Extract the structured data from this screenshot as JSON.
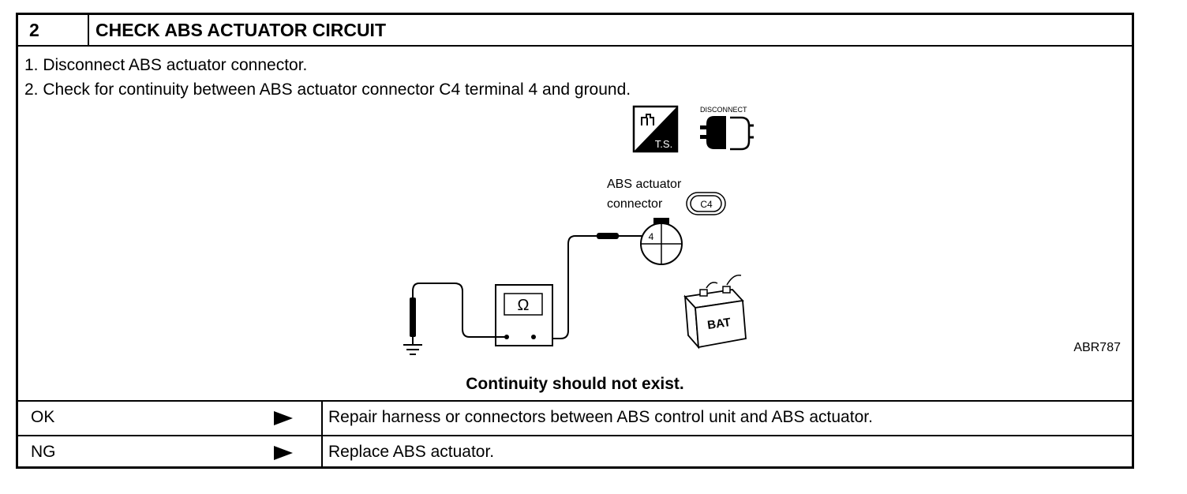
{
  "header": {
    "step_number": "2",
    "title": "CHECK ABS ACTUATOR CIRCUIT"
  },
  "instructions": [
    "1.  Disconnect ABS actuator connector.",
    "2.  Check for continuity between ABS actuator connector C4 terminal 4 and ground."
  ],
  "diagram": {
    "ts_label": "T.S.",
    "disconnect_label": "DISCONNECT",
    "connector_label_line1": "ABS actuator",
    "connector_label_line2": "connector",
    "connector_id": "C4",
    "terminal_number": "4",
    "meter_symbol": "Ω",
    "battery_label": "BAT",
    "figure_id": "ABR787"
  },
  "conclusion": "Continuity should not exist.",
  "results": [
    {
      "label": "OK",
      "action": "Repair harness or connectors between ABS control unit and ABS actuator."
    },
    {
      "label": "NG",
      "action": "Replace ABS actuator."
    }
  ]
}
